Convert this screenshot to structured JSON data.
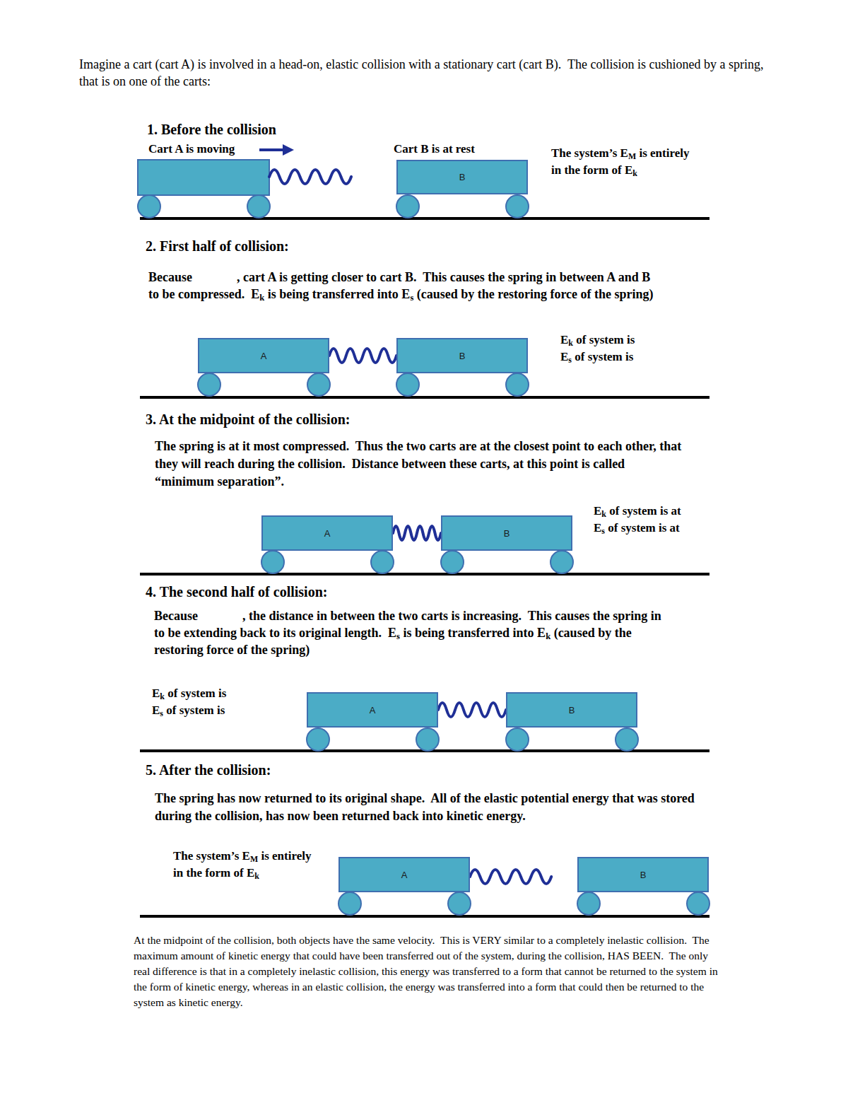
{
  "diagram": {
    "nodes": [
      {
        "text": [
          "B"
        ]
      },
      {
        "text": [
          "A"
        ]
      },
      {
        "text": [
          "B"
        ]
      },
      {
        "text": [
          "A"
        ]
      },
      {
        "text": [
          "B"
        ]
      },
      {
        "text": [
          "A"
        ]
      },
      {
        "text": [
          "B"
        ]
      },
      {
        "text": [
          "A"
        ]
      },
      {
        "text": [
          "B"
        ]
      }
    ],
    "edges": [
      {
        "from": 1,
        "to": 2,
        "arrow": "none"
      },
      {
        "from": 3,
        "to": 4,
        "arrow": "none"
      },
      {
        "from": 5,
        "to": 6,
        "arrow": "none"
      }
    ],
    "labels": [
      "Imagine a cart (cart A) is involved in a head-on, elastic collision with a stationary cart (cart B).  The collision is cushioned by a spring, that is on one of the carts:",
      "1. Before the collision",
      "Cart A is moving",
      "Cart B is at rest",
      "The system’s EM is entirely in the form of Ek",
      "2. First half of collision:",
      "Because              , cart A is getting closer to cart B.  This causes the spring in between A and B to be compressed.  Ek is being transferred into Es (caused by the restoring force of the spring)",
      "Ek of system is",
      "Es of system is",
      "3. At the midpoint of the collision:",
      "The spring is at it most compressed.  Thus the two carts are at the closest point to each other, that they will reach during the collision.  Distance between these carts, at this point is called “minimum separation”.",
      "Ek of system is at",
      "Es of system is at",
      "4. The second half of collision:",
      "Because              , the distance in between the two carts is increasing.  This causes the spring in to be extending back to its original length.  Es is being transferred into Ek (caused by the restoring force of the spring)",
      "Ek of system is",
      "Es of system is",
      "5. After the collision:",
      "The spring has now returned to its original shape.  All of the elastic potential energy that was stored during the collision, has now been returned back into kinetic energy.",
      "The system’s EM is entirely in the form of Ek",
      "At the midpoint of the collision, both objects have the same velocity.  This is VERY similar to a completely inelastic collision.  The maximum amount of kinetic energy that could have been transferred out of the system, during the collision, HAS BEEN.  The only real difference is that in a completely inelastic collision, this energy was transferred to a form that cannot be returned to the system in the form of kinetic energy, whereas in an elastic collision, the energy was transferred into a form that could then be returned to the system as kinetic energy."
    ]
  }
}
